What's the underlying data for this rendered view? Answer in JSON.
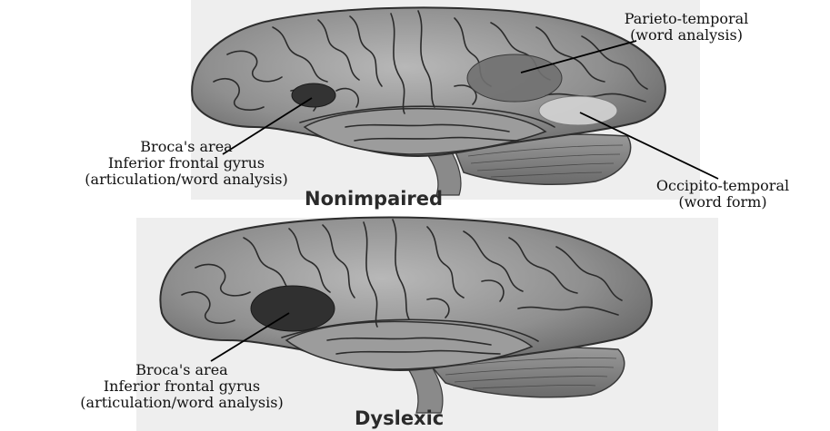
{
  "panels": {
    "top": {
      "caption": "Nonimpaired",
      "labels": {
        "parieto": [
          "Parieto-temporal",
          "(word analysis)"
        ],
        "broca": [
          "Broca's area",
          "Inferior frontal gyrus",
          "(articulation/word analysis)"
        ],
        "occipito": [
          "Occipito-temporal",
          "(word form)"
        ]
      }
    },
    "bottom": {
      "caption": "Dyslexic",
      "labels": {
        "broca": [
          "Broca's area",
          "Inferior frontal gyrus",
          "(articulation/word analysis)"
        ]
      }
    }
  },
  "colors": {
    "brain_fill": "#8c8c8c",
    "brain_light": "#b5b5b5",
    "sulcus": "#2b2b2b",
    "highlight_dark": "#3a3a3a",
    "highlight_mid": "#6e6e6e",
    "highlight_light": "#cfcfcf"
  }
}
